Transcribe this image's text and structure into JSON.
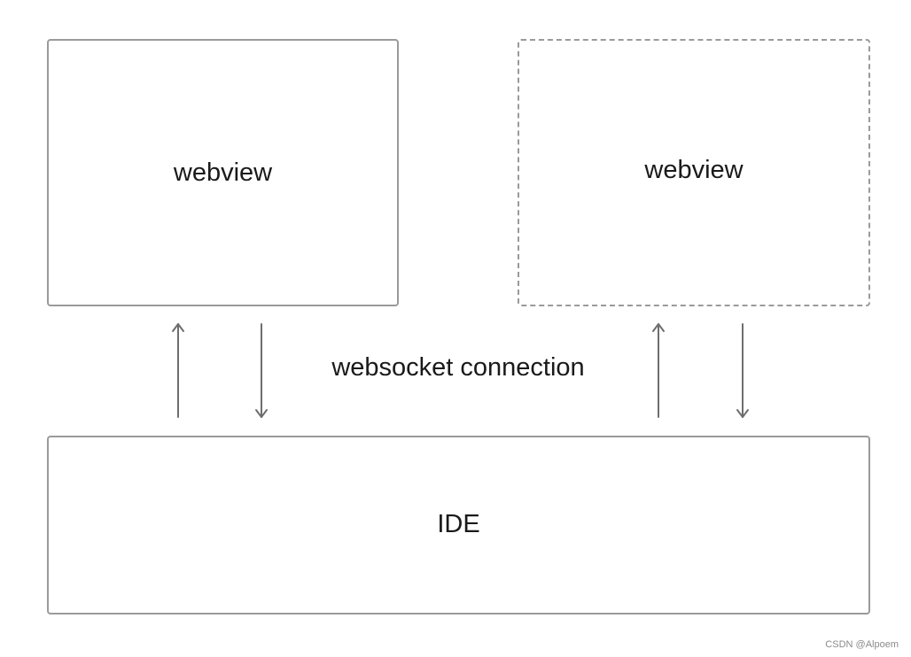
{
  "diagram": {
    "top_left_box_label": "webview",
    "top_right_box_label": "webview",
    "connection_label": "websocket connection",
    "bottom_box_label": "IDE"
  },
  "watermark": "CSDN @Alpoem",
  "colors": {
    "border": "#9a9a9a",
    "arrow": "#6e6e6e",
    "text": "#1a1a1a"
  }
}
